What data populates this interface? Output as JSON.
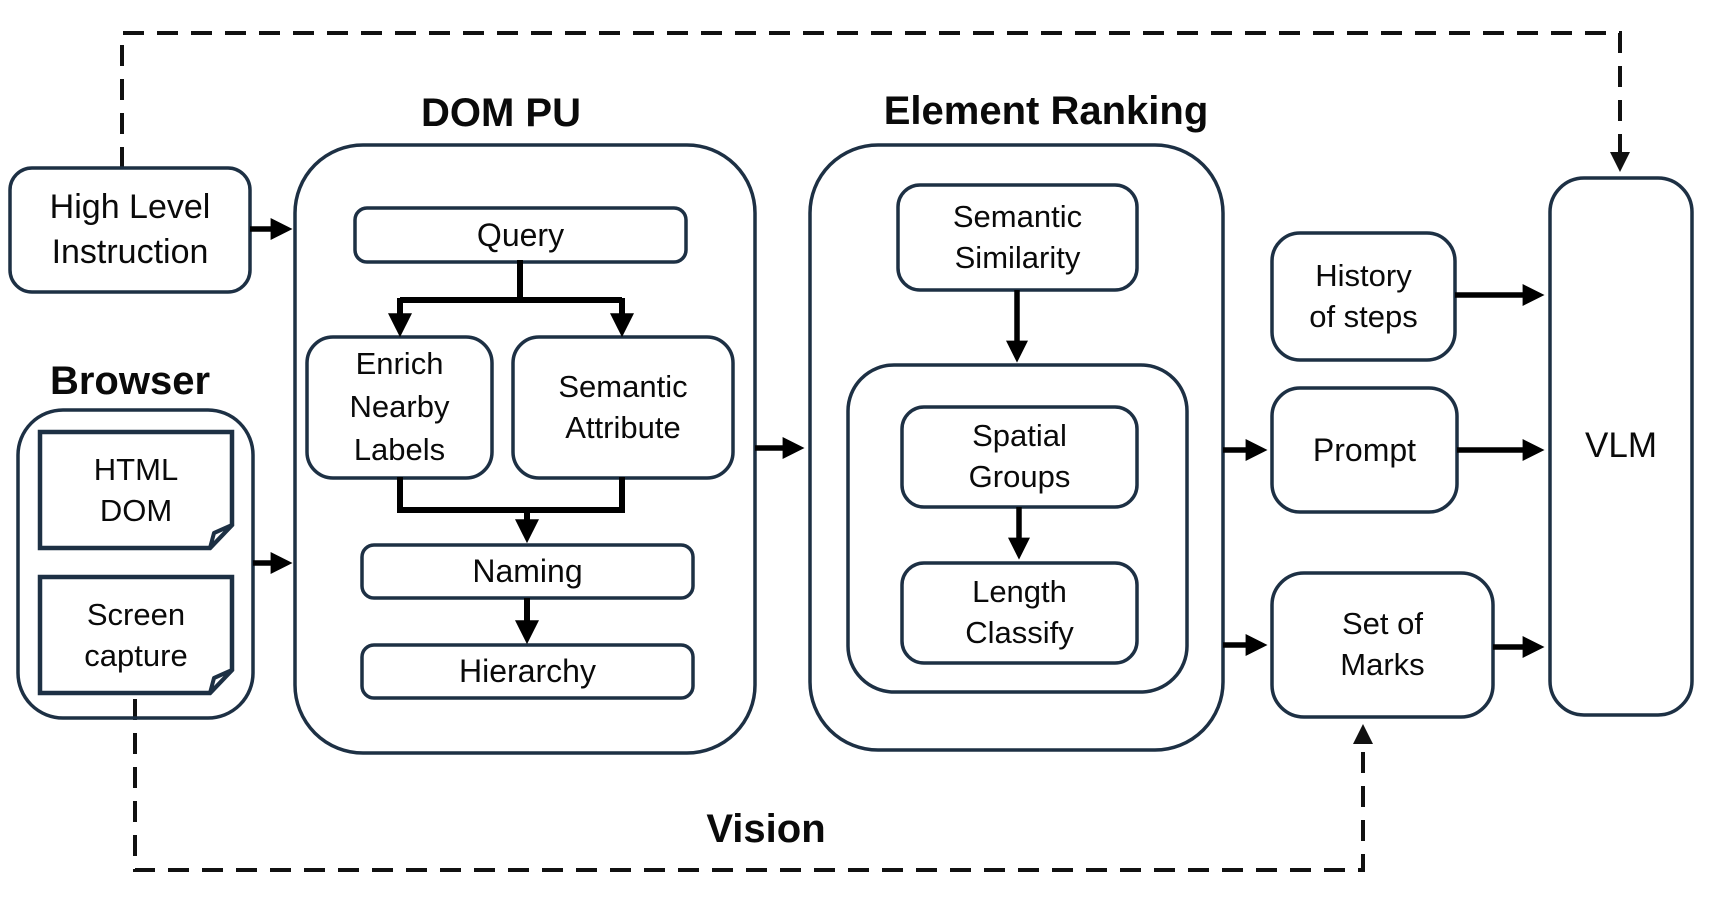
{
  "figure": {
    "type": "flow-diagram",
    "background": "#ffffff"
  },
  "colors": {
    "box_border": "#1d3044",
    "arrow": "#000000",
    "dashed_line": "#111111",
    "text": "#0a0a0a"
  },
  "titles": {
    "dom_pu": "DOM PU",
    "element_ranking": "Element Ranking",
    "browser": "Browser",
    "vision": "Vision"
  },
  "nodes": {
    "high_level_instruction": "High Level\nInstruction",
    "html_dom": "HTML\nDOM",
    "screen_capture": "Screen\ncapture",
    "query": "Query",
    "enrich_nearby_labels": "Enrich\nNearby\nLabels",
    "semantic_attribute": "Semantic\nAttribute",
    "naming": "Naming",
    "hierarchy": "Hierarchy",
    "semantic_similarity": "Semantic\nSimilarity",
    "spatial_groups": "Spatial\nGroups",
    "length_classify": "Length\nClassify",
    "history_of_steps": "History\nof steps",
    "prompt": "Prompt",
    "set_of_marks": "Set of\nMarks",
    "vlm": "VLM"
  },
  "edges": [
    {
      "from": "High Level Instruction",
      "to": "DOM PU",
      "style": "solid"
    },
    {
      "from": "Browser",
      "to": "DOM PU",
      "style": "solid"
    },
    {
      "from": "Query",
      "to": "Enrich Nearby Labels",
      "style": "solid"
    },
    {
      "from": "Query",
      "to": "Semantic Attribute",
      "style": "solid"
    },
    {
      "from": "Enrich Nearby Labels",
      "to": "Naming",
      "style": "solid"
    },
    {
      "from": "Semantic Attribute",
      "to": "Naming",
      "style": "solid"
    },
    {
      "from": "Naming",
      "to": "Hierarchy",
      "style": "solid"
    },
    {
      "from": "DOM PU",
      "to": "Element Ranking",
      "style": "solid"
    },
    {
      "from": "Semantic Similarity",
      "to": "Spatial Groups",
      "style": "solid"
    },
    {
      "from": "Spatial Groups",
      "to": "Length Classify",
      "style": "solid"
    },
    {
      "from": "Element Ranking",
      "to": "Prompt",
      "style": "solid"
    },
    {
      "from": "Element Ranking",
      "to": "Set of Marks",
      "style": "solid"
    },
    {
      "from": "History of steps",
      "to": "VLM",
      "style": "solid"
    },
    {
      "from": "Prompt",
      "to": "VLM",
      "style": "solid"
    },
    {
      "from": "Set of Marks",
      "to": "VLM",
      "style": "solid"
    },
    {
      "from": "High Level Instruction",
      "to": "VLM",
      "style": "dashed"
    },
    {
      "from": "Screen capture",
      "to": "Set of Marks",
      "style": "dashed",
      "label": "Vision"
    }
  ]
}
